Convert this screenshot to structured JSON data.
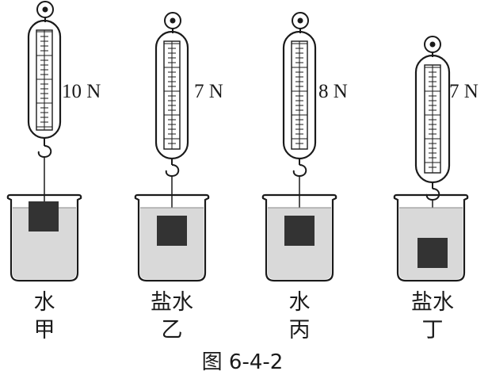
{
  "caption": "图 6-4-2",
  "setups": [
    {
      "reading": "10 N",
      "liquid": "水",
      "name": "甲",
      "depth": "surface"
    },
    {
      "reading": "7 N",
      "liquid": "盐水",
      "name": "乙",
      "depth": "submerged"
    },
    {
      "reading": "8 N",
      "liquid": "水",
      "name": "丙",
      "depth": "submerged"
    },
    {
      "reading": "7 N",
      "liquid": "盐水",
      "name": "丁",
      "depth": "deep"
    }
  ],
  "colors": {
    "ink": "#1a1a1a",
    "liquid": "#d9d9d9",
    "block": "#333333"
  }
}
